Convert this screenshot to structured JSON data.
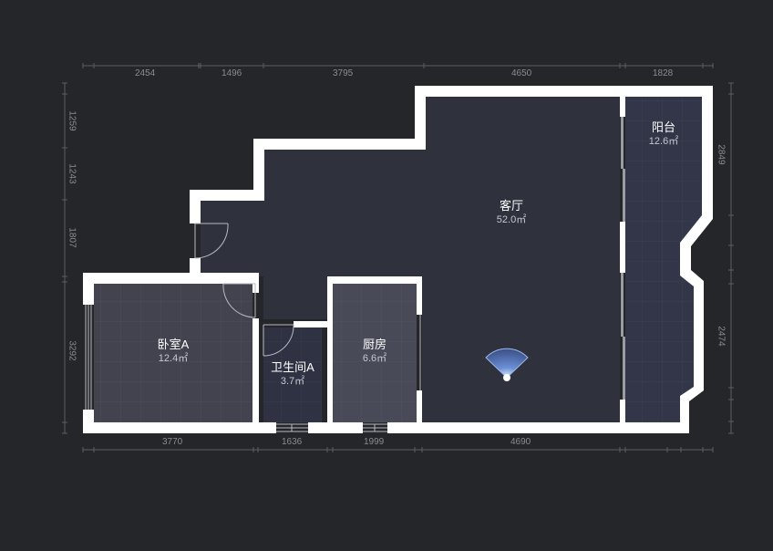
{
  "floorplan": {
    "background": "#25262a",
    "wall_color": "#ffffff",
    "rooms": [
      {
        "id": "living",
        "name": "客厅",
        "area": "52.0㎡",
        "fill": "#2f313c"
      },
      {
        "id": "balcony",
        "name": "阳台",
        "area": "12.6㎡",
        "fill": "#323648"
      },
      {
        "id": "bedroom_a",
        "name": "卧室A",
        "area": "12.4㎡",
        "fill": "#43434f"
      },
      {
        "id": "bathroom_a",
        "name": "卫生间A",
        "area": "3.7㎡",
        "fill": "#2f3242"
      },
      {
        "id": "kitchen",
        "name": "厨房",
        "area": "6.6㎡",
        "fill": "#484a57"
      }
    ],
    "dimensions": {
      "top": [
        "2454",
        "1496",
        "3795",
        "4650",
        "1828"
      ],
      "bottom": [
        "3770",
        "1636",
        "1999",
        "4690"
      ],
      "left": [
        "1259",
        "1243",
        "1807",
        "3292"
      ],
      "right": [
        "2849",
        "2474"
      ]
    },
    "camera_marker": {
      "icon": "view-cone-icon",
      "color": "#7fb4ff"
    }
  }
}
